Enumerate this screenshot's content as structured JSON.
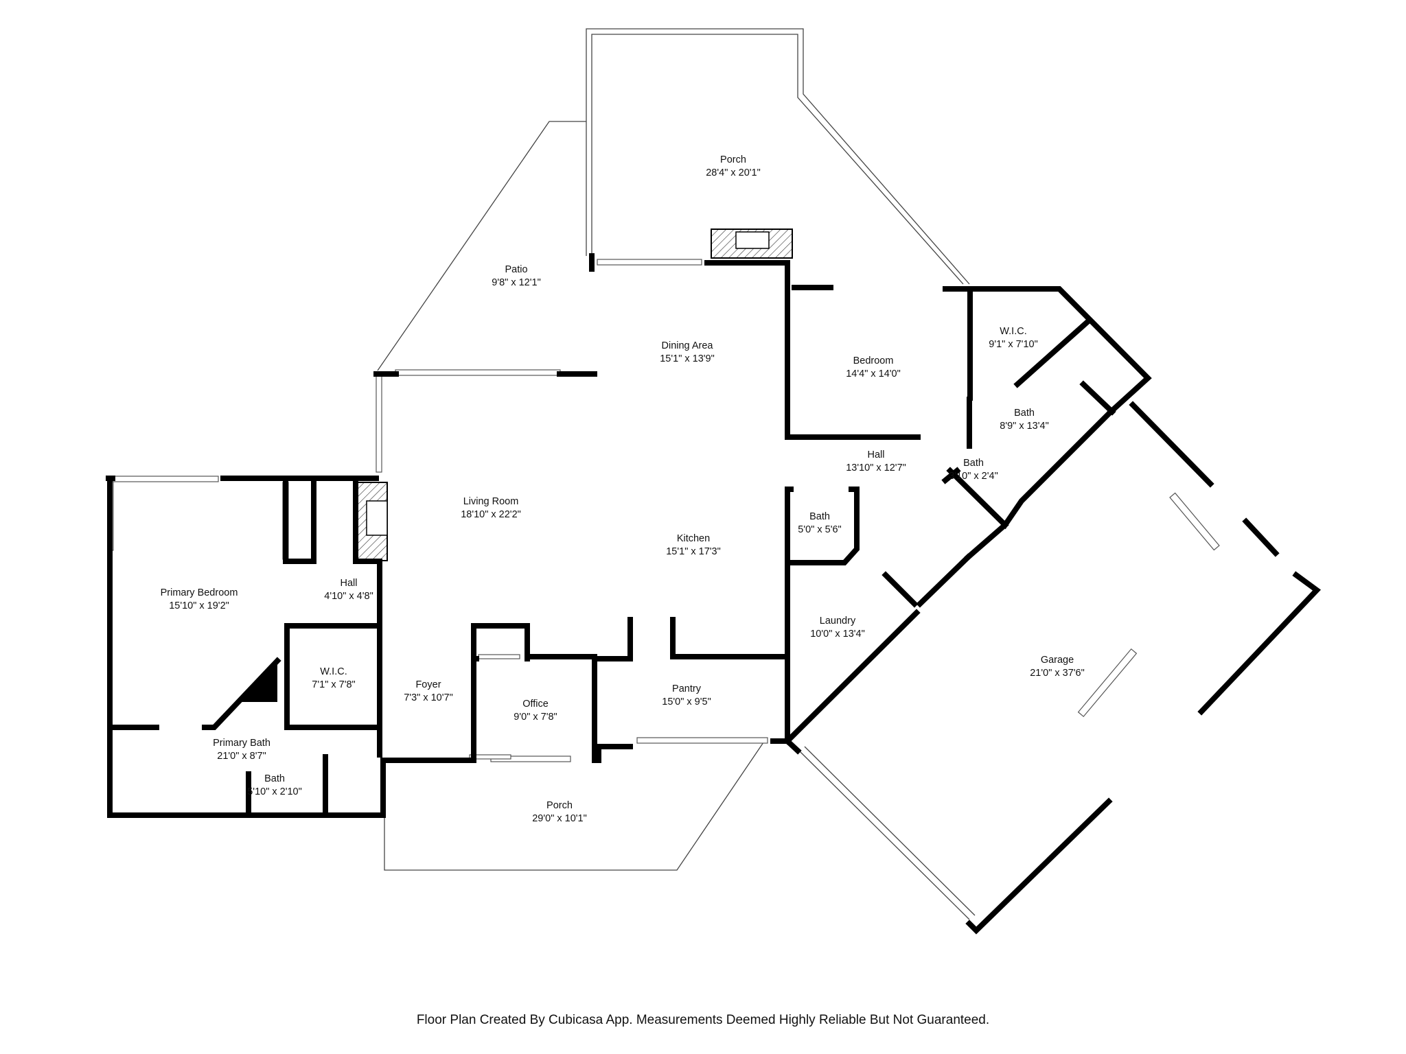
{
  "rooms": [
    {
      "id": "porch-top",
      "name": "Porch",
      "dims": "28'4\" x 20'1\""
    },
    {
      "id": "patio",
      "name": "Patio",
      "dims": "9'8\" x 12'1\""
    },
    {
      "id": "dining-area",
      "name": "Dining Area",
      "dims": "15'1\" x 13'9\""
    },
    {
      "id": "bedroom",
      "name": "Bedroom",
      "dims": "14'4\" x 14'0\""
    },
    {
      "id": "wic-right",
      "name": "W.I.C.",
      "dims": "9'1\" x 7'10\""
    },
    {
      "id": "bath-right",
      "name": "Bath",
      "dims": "8'9\" x 13'4\""
    },
    {
      "id": "hall-right",
      "name": "Hall",
      "dims": "13'10\" x 12'7\""
    },
    {
      "id": "bath-small-right",
      "name": "Bath",
      "dims": "3'10\" x 2'4\""
    },
    {
      "id": "living-room",
      "name": "Living Room",
      "dims": "18'10\" x 22'2\""
    },
    {
      "id": "bath-center",
      "name": "Bath",
      "dims": "5'0\" x 5'6\""
    },
    {
      "id": "kitchen",
      "name": "Kitchen",
      "dims": "15'1\" x 17'3\""
    },
    {
      "id": "primary-bedroom",
      "name": "Primary Bedroom",
      "dims": "15'10\" x 19'2\""
    },
    {
      "id": "hall-left",
      "name": "Hall",
      "dims": "4'10\" x 4'8\""
    },
    {
      "id": "laundry",
      "name": "Laundry",
      "dims": "10'0\" x 13'4\""
    },
    {
      "id": "garage",
      "name": "Garage",
      "dims": "21'0\" x 37'6\""
    },
    {
      "id": "wic-left",
      "name": "W.I.C.",
      "dims": "7'1\" x 7'8\""
    },
    {
      "id": "foyer",
      "name": "Foyer",
      "dims": "7'3\" x 10'7\""
    },
    {
      "id": "office",
      "name": "Office",
      "dims": "9'0\" x 7'8\""
    },
    {
      "id": "pantry",
      "name": "Pantry",
      "dims": "15'0\" x 9'5\""
    },
    {
      "id": "primary-bath",
      "name": "Primary Bath",
      "dims": "21'0\" x 8'7\""
    },
    {
      "id": "bath-left",
      "name": "Bath",
      "dims": "5'10\" x 2'10\""
    },
    {
      "id": "porch-bottom",
      "name": "Porch",
      "dims": "29'0\" x 10'1\""
    }
  ],
  "footer": "Floor Plan Created By Cubicasa App. Measurements Deemed Highly Reliable But Not Guaranteed."
}
